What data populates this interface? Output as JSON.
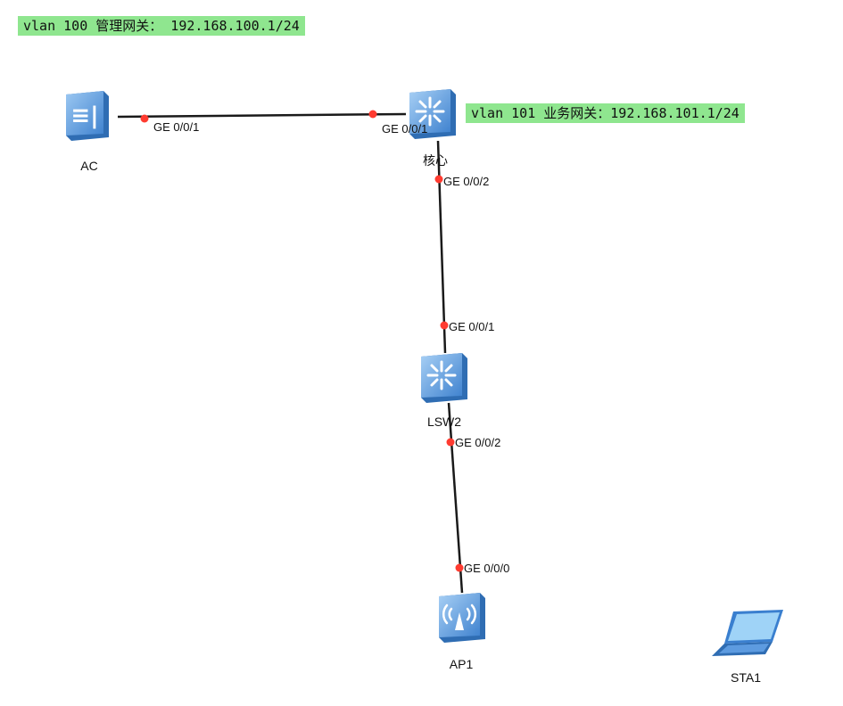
{
  "notes": {
    "mgmt": "vlan 100 管理网关： 192.168.100.1/24",
    "biz": "vlan 101 业务网关：192.168.101.1/24"
  },
  "devices": {
    "ac": {
      "label": "AC",
      "icon": "ac-controller-icon"
    },
    "core": {
      "label": "核心",
      "icon": "layer3-switch-icon"
    },
    "lsw2": {
      "label": "LSW2",
      "icon": "layer3-switch-icon"
    },
    "ap1": {
      "label": "AP1",
      "icon": "wireless-ap-icon"
    },
    "sta1": {
      "label": "STA1",
      "icon": "laptop-icon"
    }
  },
  "ports": {
    "ac_ge001": "GE 0/0/1",
    "core_ge001": "GE 0/0/1",
    "core_ge002": "GE 0/0/2",
    "lsw2_ge001": "GE 0/0/1",
    "lsw2_ge002": "GE 0/0/2",
    "ap1_ge000": "GE 0/0/0"
  },
  "colors": {
    "note_bg": "#8fe68f",
    "link": "#1a1a1a",
    "port_dot": "#ff3b30",
    "device_blue": "#4a8fd6"
  }
}
